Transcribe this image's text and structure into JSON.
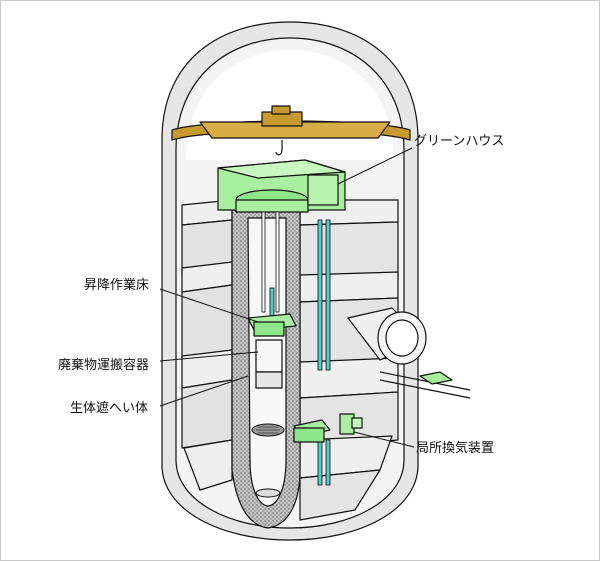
{
  "diagram": {
    "labels": {
      "green_house": "グリーンハウス",
      "lift_floor": "昇降作業床",
      "waste_container": "廃棄物運搬容器",
      "shield_wall": "生体遮へい体",
      "local_ventilation": "局所換気装置"
    },
    "colors": {
      "shell": "#e8e8e8",
      "floor": "#efefef",
      "shield": "#bdbdbd",
      "crane": "#c79a2e",
      "green": "#a8f0a0",
      "pipe": "#5ac8c8",
      "outline": "#111111"
    }
  }
}
